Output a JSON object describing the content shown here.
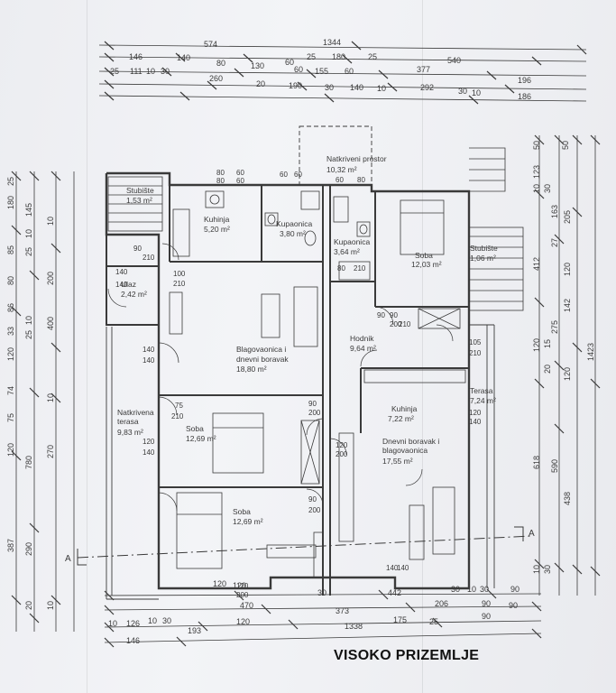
{
  "title": "VISOKO PRIZEMLJE",
  "section_marks": [
    "A",
    "A"
  ],
  "rooms": [
    {
      "name": "Stubište",
      "area": "1,53 m²"
    },
    {
      "name": "Kuhinja",
      "area": "5,20 m²"
    },
    {
      "name": "Kupaonica",
      "area": "3,80 m²"
    },
    {
      "name": "Natkriveni prostor",
      "area": "10,32 m²"
    },
    {
      "name": "Kupaonica",
      "area": "3,64 m²"
    },
    {
      "name": "Soba",
      "area": "12,03 m²"
    },
    {
      "name": "Stubište",
      "area": "1,06 m²"
    },
    {
      "name": "Ulaz",
      "area": "2,42 m²"
    },
    {
      "name": "Blagovaonica i dnevni boravak",
      "area": "18,80 m²"
    },
    {
      "name": "Hodnik",
      "area": "9,64 m²"
    },
    {
      "name": "Terasa",
      "area": "7,24 m²"
    },
    {
      "name": "Kuhinja",
      "area": "7,22 m²"
    },
    {
      "name": "Natkrivena terasa",
      "area": "9,83 m²"
    },
    {
      "name": "Soba",
      "area": "12,69 m²"
    },
    {
      "name": "Dnevni boravak i blagovaonica",
      "area": "17,55 m²"
    },
    {
      "name": "Soba",
      "area": "12,69 m²"
    }
  ],
  "dims_top": {
    "row1": [
      "574",
      "1344"
    ],
    "row2": [
      "146",
      "140",
      "80",
      "130",
      "60",
      "25",
      "180",
      "25",
      "540"
    ],
    "row3": [
      "25",
      "111",
      "10",
      "30",
      "260",
      "60",
      "155",
      "60",
      "377",
      "196"
    ],
    "row4": [
      "20",
      "190",
      "30",
      "140",
      "10",
      "292",
      "30",
      "10",
      "186"
    ]
  },
  "dims_bottom": {
    "row1": [
      "120",
      "120",
      "30",
      "442",
      "30",
      "10",
      "30",
      "90"
    ],
    "row2": [
      "470",
      "373",
      "206",
      "90",
      "90"
    ],
    "row3": [
      "10",
      "126",
      "10",
      "30",
      "193",
      "120",
      "175",
      "25",
      "90"
    ],
    "row4": [
      "146",
      "1338"
    ]
  },
  "dims_left_outer": [
    "180",
    "145",
    "85",
    "80",
    "86",
    "33",
    "120",
    "74",
    "75",
    "120",
    "387",
    "290",
    "20"
  ],
  "dims_left_inner": [
    "25",
    "10",
    "25",
    "10",
    "200",
    "10",
    "25",
    "400",
    "10",
    "270",
    "780",
    "10"
  ],
  "dims_right": [
    "50",
    "123",
    "50",
    "10",
    "30",
    "163",
    "205",
    "412",
    "27",
    "120",
    "142",
    "275",
    "1423",
    "120",
    "15",
    "20",
    "120",
    "618",
    "590",
    "438",
    "10",
    "30"
  ],
  "door_labels": [
    "80",
    "60",
    "80",
    "60",
    "60",
    "60",
    "100",
    "210",
    "140",
    "140",
    "90",
    "210",
    "60",
    "80",
    "90",
    "200",
    "140",
    "140",
    "75",
    "210",
    "90",
    "200",
    "105",
    "210",
    "120",
    "140",
    "120",
    "140",
    "90",
    "200",
    "120",
    "200",
    "120",
    "200",
    "80",
    "210",
    "90",
    "210",
    "140",
    "140"
  ],
  "colors": {
    "ink": "#3a3a3a",
    "paper": "#eceef2",
    "title": "#111111"
  }
}
